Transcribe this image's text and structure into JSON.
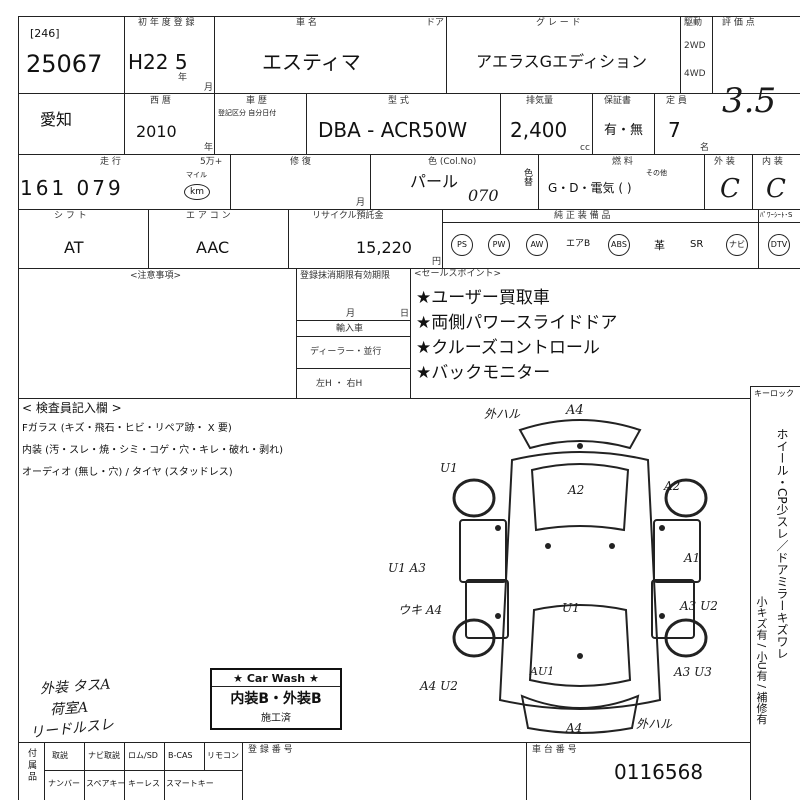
{
  "header": {
    "lot_box": "[246]",
    "lot_number": "25067",
    "first_reg_label": "初 年 度 登 録",
    "first_reg_value": "H22 5",
    "year_unit": "年",
    "month_unit": "月",
    "car_name_label": "車 名",
    "car_name": "エスティマ",
    "door_label": "ドア",
    "grade_label": "グ レ ー ド",
    "grade": "アエラスGエディション",
    "drive_label": "駆動",
    "drive_2wd": "2WD",
    "drive_4wd": "4WD",
    "score_label": "評 価 点",
    "score_value": "3.5"
  },
  "row2": {
    "region": "愛知",
    "year_label": "西 暦",
    "year_value": "2010",
    "year_unit": "年",
    "history_label": "車 歴",
    "history_sub": "登記区分 自分日付",
    "model_label": "型 式",
    "model_value": "DBA - ACR50W",
    "displacement_label": "排気量",
    "displacement_value": "2,400",
    "cc_unit": "cc",
    "warranty_label": "保証書",
    "warranty_value": "有・無",
    "capacity_label": "定 員",
    "capacity_value": "7",
    "capacity_unit": "名"
  },
  "row3": {
    "mileage_label": "走 行",
    "fivek_label": "5万+",
    "mileage_value": "161 079",
    "mileage_unit": "km",
    "mileage_unit2": "マイル",
    "repair_label": "修 復",
    "month_unit": "月",
    "color_label": "色 (Col.No)",
    "color_value": "パール",
    "color_code": "070",
    "color_change": "色替",
    "fuel_label": "燃 料",
    "fuel_value": "G・D・電気 (          )",
    "fuel_other": "その他",
    "ext_label": "外 装",
    "ext_value": "C",
    "int_label": "内 装",
    "int_value": "C"
  },
  "row4": {
    "shift_label": "シ フ ト",
    "shift_value": "AT",
    "ac_label": "エ ア コ ン",
    "ac_value": "AAC",
    "recycle_label": "リサイクル預託金",
    "recycle_value": "15,220",
    "yen_unit": "円",
    "equip_label": "純 正 装 備 品",
    "equipment": [
      "PS",
      "PW",
      "AW",
      "エアB",
      "ABS",
      "革",
      "SR",
      "ナビ",
      "DTV"
    ],
    "keyless_label": "ﾊﾟﾜｰｼｰﾄ･S"
  },
  "notes": {
    "caution_label": "<注意事項>",
    "reg_deadline_label": "登録抹消期限有効期限",
    "reg_month": "月",
    "reg_day": "日",
    "import_label": "輸入車",
    "dealer_label": "ディーラー・並行",
    "hand_label": "左H ・ 右H",
    "sales_label": "<セールスポイント>",
    "sales_points": [
      "★ユーザー買取車",
      "★両側パワースライドドア",
      "★クルーズコントロール",
      "★バックモニター"
    ],
    "keyless_box": "キーロック"
  },
  "inspector": {
    "title": "< 検査員記入欄 >",
    "glass_line": "Fガラス (キズ・飛石・ヒビ・リペア跡・ X 要)",
    "interior_line": "内装 (汚・スレ・焼・シミ・コゲ・穴・キレ・破れ・剥れ)",
    "audio_line": "オーディオ (無し・穴) / タイヤ (スタッドレス)",
    "handwritten_notes": [
      "外装 タスA",
      "荷室A",
      "リードルスレ"
    ],
    "side_note": "ホイール・CP少スレ／ドアミラーキズワレ",
    "side_note2": "小キズ有 / 小U有 / 補修有"
  },
  "diagram_marks": {
    "top": "A4",
    "top_left": "外ハル",
    "front_left": "U1",
    "front_center": "A2",
    "front_right": "A2",
    "left_mid": "U1 A3",
    "right_mid": "A1",
    "center": "U1",
    "left_lower": "ウキ A4",
    "right_lower": "A3 U2",
    "rear_left": "A4 U2",
    "rear_center": "AU1",
    "rear_right": "A3 U3",
    "bottom": "A4",
    "bottom_left": "外ハル"
  },
  "car_wash": {
    "title": "★ Car Wash ★",
    "grade": "内装B・外装B",
    "status": "施工済"
  },
  "footer": {
    "cols_row1": [
      "取説",
      "ナビ取説",
      "ロム/SD",
      "B-CAS",
      "リモコン"
    ],
    "cols_row2": [
      "ナンバー",
      "スペアキー",
      "キーレス",
      "スマートキー"
    ],
    "left_label": "付 属 品",
    "reg_number_label": "登 録 番 号",
    "chassis_label": "車 台 番 号",
    "chassis_value": "0116568"
  }
}
